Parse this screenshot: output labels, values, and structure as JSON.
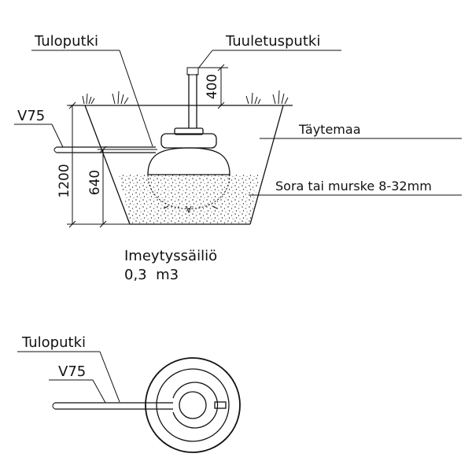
{
  "section_view": {
    "labels": {
      "inlet_pipe": "Tuloputki",
      "vent_pipe": "Tuuletusputki",
      "pipe_size": "V75",
      "backfill": "Täytemaa",
      "gravel": "Sora tai murske 8-32mm"
    },
    "dimensions": {
      "vent_height": "400",
      "total_depth": "1200",
      "gravel_depth": "640"
    },
    "caption": {
      "line1": "Imeytyssäiliö",
      "line2": "0,3  m3"
    }
  },
  "plan_view": {
    "labels": {
      "inlet_pipe": "Tuloputki",
      "pipe_size": "V75"
    }
  }
}
